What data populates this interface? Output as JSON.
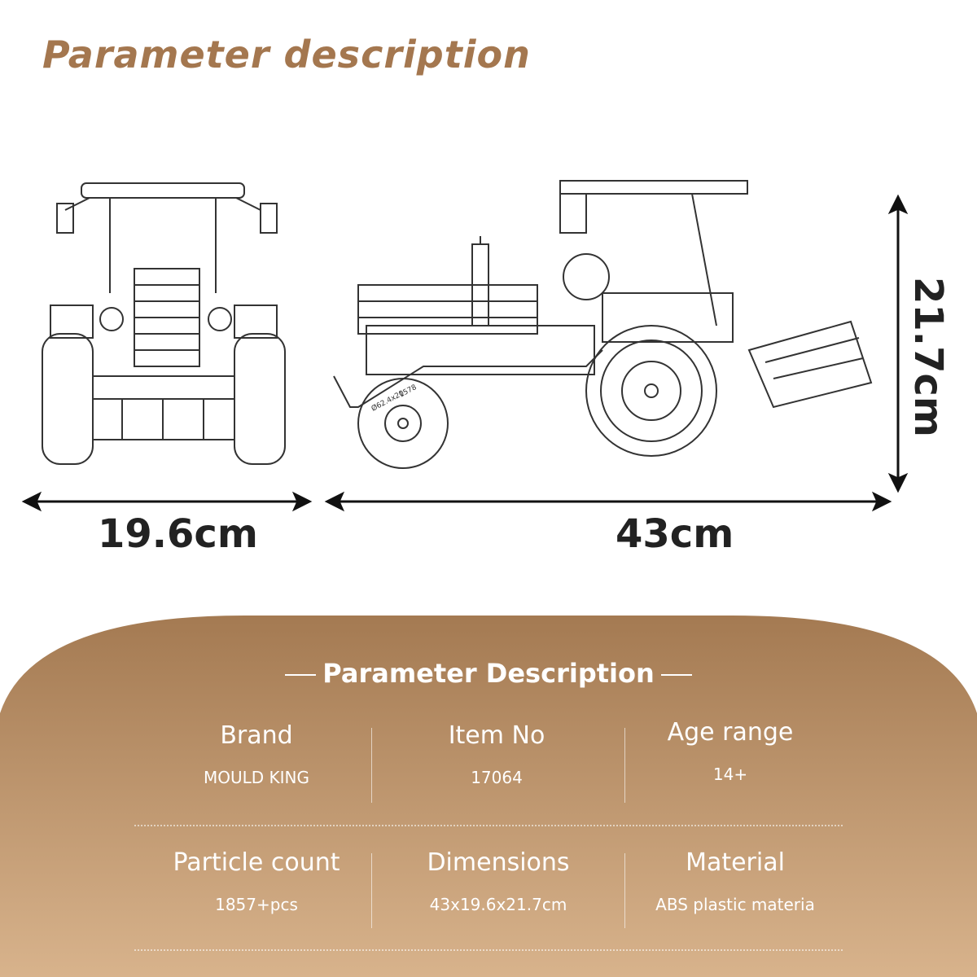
{
  "title": "Parameter description",
  "dimensions": {
    "width": "19.6cm",
    "length": "43cm",
    "height": "21.7cm"
  },
  "panel": {
    "title": "Parameter Description",
    "rows": [
      [
        {
          "label": "Brand",
          "value": "MOULD KING"
        },
        {
          "label": "Item No",
          "value": "17064"
        },
        {
          "label": "Age range",
          "value": "14+"
        }
      ],
      [
        {
          "label": "Particle count",
          "value": "1857+pcs"
        },
        {
          "label": "Dimensions",
          "value": "43x19.6x21.7cm"
        },
        {
          "label": "Material",
          "value": "ABS plastic materia"
        }
      ]
    ]
  },
  "drawing_labels": {
    "tire_size": "Ø62.4x20",
    "part_no": "1578"
  },
  "colors": {
    "accent": "#a4774f",
    "panel_top": "#a47a52",
    "panel_bottom": "#d8b38c",
    "ink": "#222222"
  }
}
